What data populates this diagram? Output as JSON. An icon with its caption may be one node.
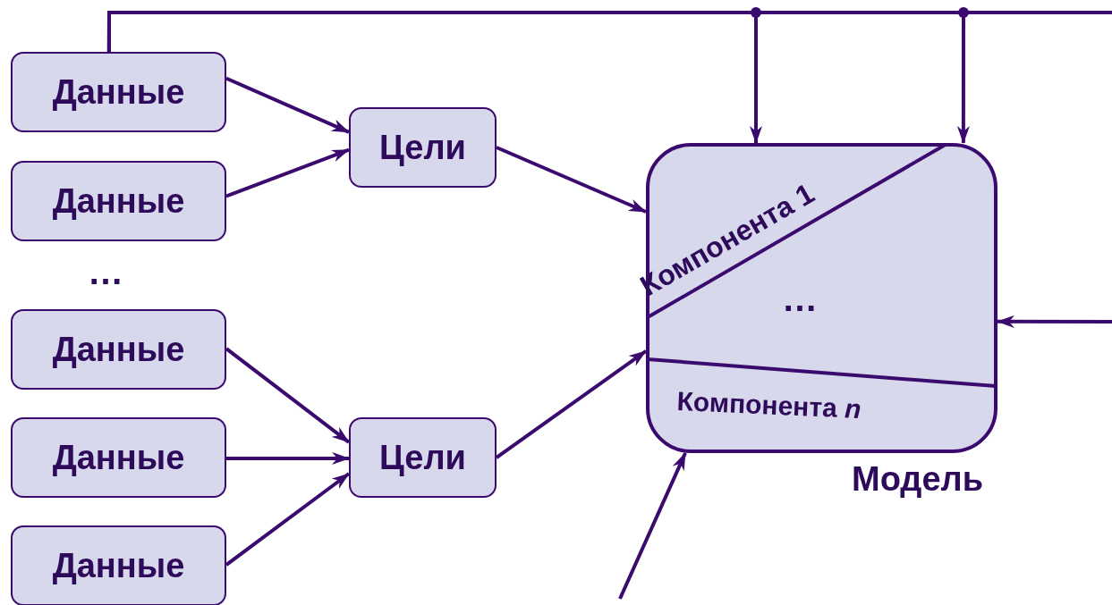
{
  "diagram": {
    "nodes": [
      {
        "text": [
          "Данные"
        ]
      },
      {
        "text": [
          "Данные"
        ]
      },
      {
        "text": [
          "Данные"
        ]
      },
      {
        "text": [
          "Данные"
        ]
      },
      {
        "text": [
          "Данные"
        ]
      },
      {
        "text": [
          "Цели"
        ]
      },
      {
        "text": [
          "Цели"
        ]
      },
      {
        "text": [
          "Компонента 1",
          "…",
          "Компонента *n*"
        ],
        "beside": [
          "Модель"
        ]
      }
    ],
    "edges": [
      {
        "from": 0,
        "to": 7,
        "arrow": "to"
      },
      {
        "from": 0,
        "to": 7,
        "arrow": "to"
      },
      {
        "from": 0,
        "to": null,
        "arrow": "none"
      },
      {
        "from": 0,
        "to": 5,
        "arrow": "to"
      },
      {
        "from": 1,
        "to": 5,
        "arrow": "to"
      },
      {
        "from": 2,
        "to": 6,
        "arrow": "to"
      },
      {
        "from": 3,
        "to": 6,
        "arrow": "to"
      },
      {
        "from": 4,
        "to": 6,
        "arrow": "to"
      },
      {
        "from": 5,
        "to": 7,
        "arrow": "to"
      },
      {
        "from": 6,
        "to": 7,
        "arrow": "to"
      },
      {
        "from": null,
        "to": 7,
        "arrow": "to"
      },
      {
        "from": null,
        "to": 7,
        "arrow": "to"
      }
    ],
    "labels": [
      "…"
    ]
  }
}
